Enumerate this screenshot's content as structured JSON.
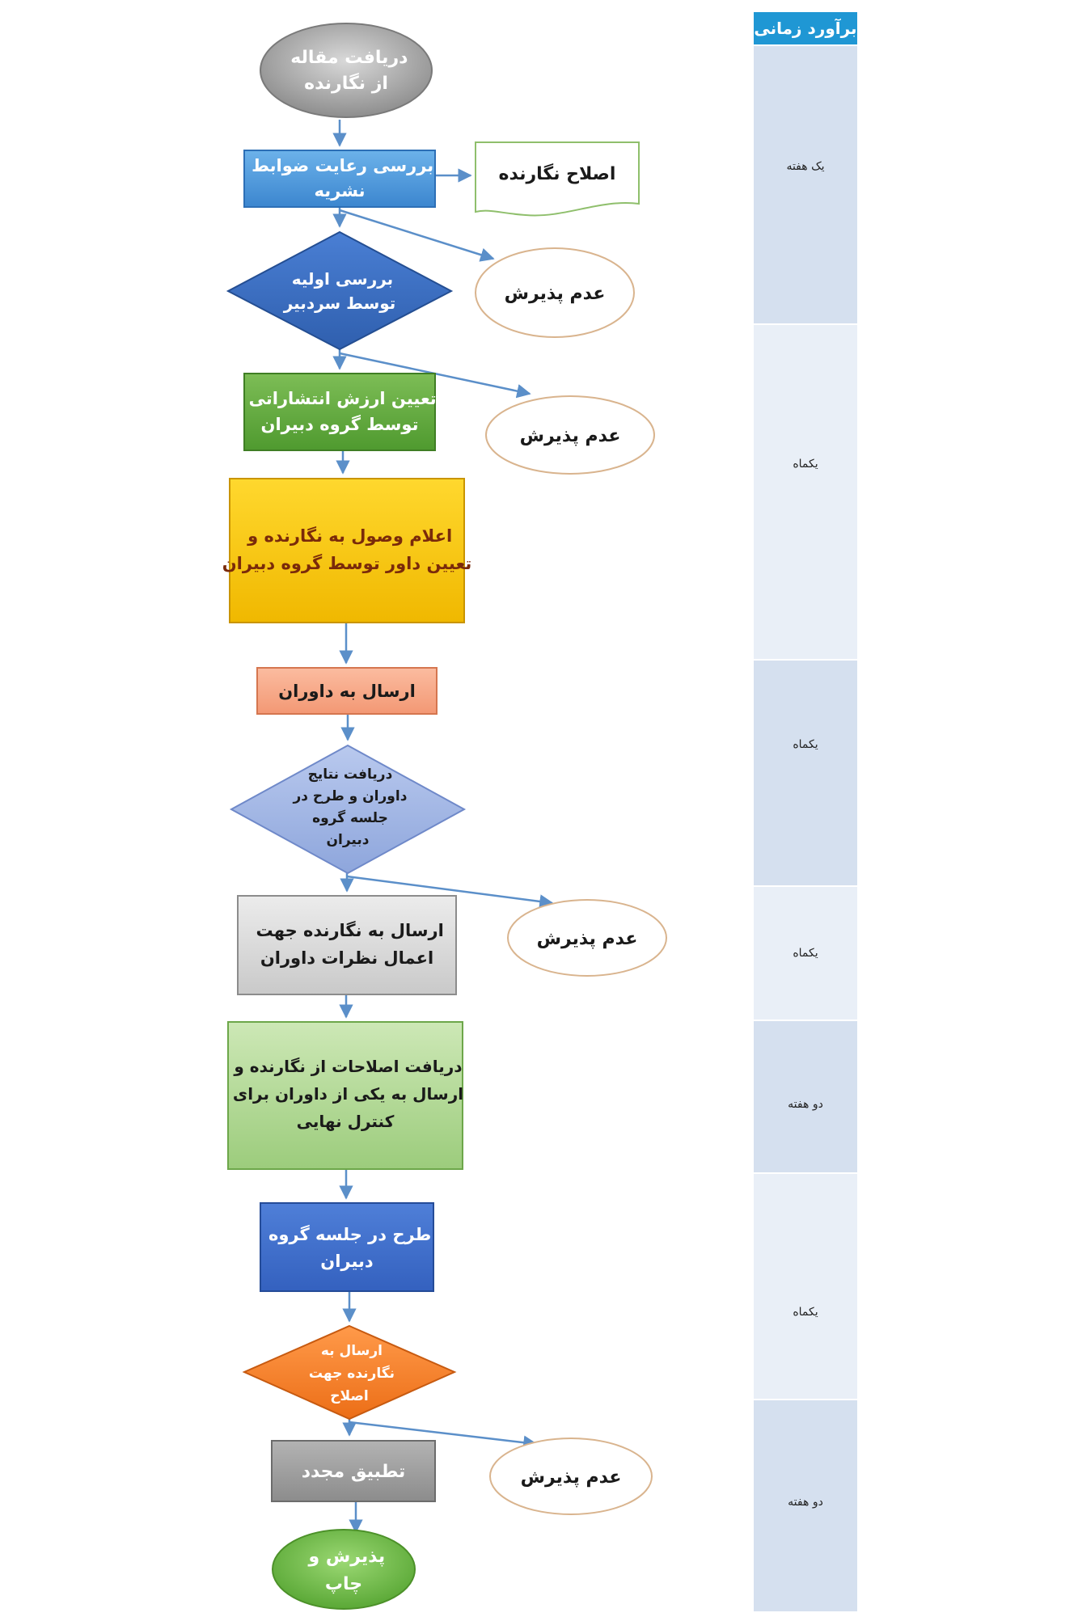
{
  "flow": {
    "receive": [
      "دریافت مقاله",
      "از نگارنده"
    ],
    "check_rules": [
      "بررسی رعایت ضوابط",
      "نشریه"
    ],
    "author_fix": "اصلاح نگارنده",
    "initial_review": [
      "بررسی اولیه",
      "توسط سردبیر"
    ],
    "reject": "عدم پذیرش",
    "value": [
      "تعیین ارزش انتشاراتی",
      "توسط گروه دبیران"
    ],
    "ack": [
      "اعلام وصول به نگارنده و",
      "تعیین داور توسط گروه دبیران"
    ],
    "send_reviewers": "ارسال به داوران",
    "review_results": [
      "دریافت نتایج",
      "داوران و طرح در",
      "جلسه گروه",
      "دبیران"
    ],
    "send_author": [
      "ارسال به نگارنده جهت",
      "اعمال نظرات داوران"
    ],
    "corrections": [
      "دریافت اصلاحات از نگارنده و",
      "ارسال به یکی از داوران برای",
      "کنترل نهایی"
    ],
    "board": [
      "طرح در جلسه گروه",
      "دبیران"
    ],
    "send_fix": [
      "ارسال به",
      "نگارنده جهت",
      "اصلاح"
    ],
    "recheck": "تطبیق مجدد",
    "accept": [
      "پذیرش و",
      "چاپ"
    ]
  },
  "timeline": {
    "header": "برآورد زمانی",
    "labels": [
      "یک هفته",
      "یکماه",
      "یکماه",
      "یکماه",
      "دو هفته",
      "یکماه",
      "دو هفته"
    ]
  },
  "colors": {
    "arrow": "#5b8fc9",
    "timeline_header": "#1f97d4"
  }
}
